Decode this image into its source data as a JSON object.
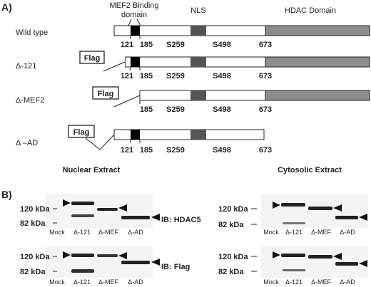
{
  "panel_a_label": "A)",
  "panel_b_label": "B)",
  "headers": {
    "mef2_line1": "MEF2 Binding",
    "mef2_line2": "domain",
    "nls": "NLS",
    "hdac": "HDAC Domain"
  },
  "constructs": [
    {
      "name": "Wild type",
      "flag": null,
      "ticks": [
        "121",
        "185",
        "S259",
        "S498",
        "673"
      ]
    },
    {
      "name": "Δ-121",
      "flag": "Flag",
      "ticks": [
        "121",
        "185",
        "S259",
        "S498",
        "673"
      ]
    },
    {
      "name": "Δ-MEF2",
      "flag": "Flag",
      "ticks": [
        "185",
        "S259",
        "S498",
        "673"
      ]
    },
    {
      "name": "Δ –AD",
      "flag": "Flag",
      "ticks": [
        "121",
        "185",
        "S259",
        "S498",
        "673"
      ]
    }
  ],
  "section_titles": {
    "nuclear": "Nuclear Extract",
    "cytosolic": "Cytosolic Extract"
  },
  "blots": {
    "size_markers": [
      "120 kDa",
      "82 kDa"
    ],
    "lanes": [
      "Mock",
      "Δ-121",
      "Δ-MEF",
      "Δ-AD"
    ],
    "ib_labels": [
      "IB:  HDAC5",
      "IB:  Flag"
    ]
  },
  "colors": {
    "mef2_domain": "#000000",
    "nls": "#555555",
    "hdac_domain": "#8c8c8c",
    "band": "#222222",
    "blot_bg": "#f4f4f4"
  }
}
